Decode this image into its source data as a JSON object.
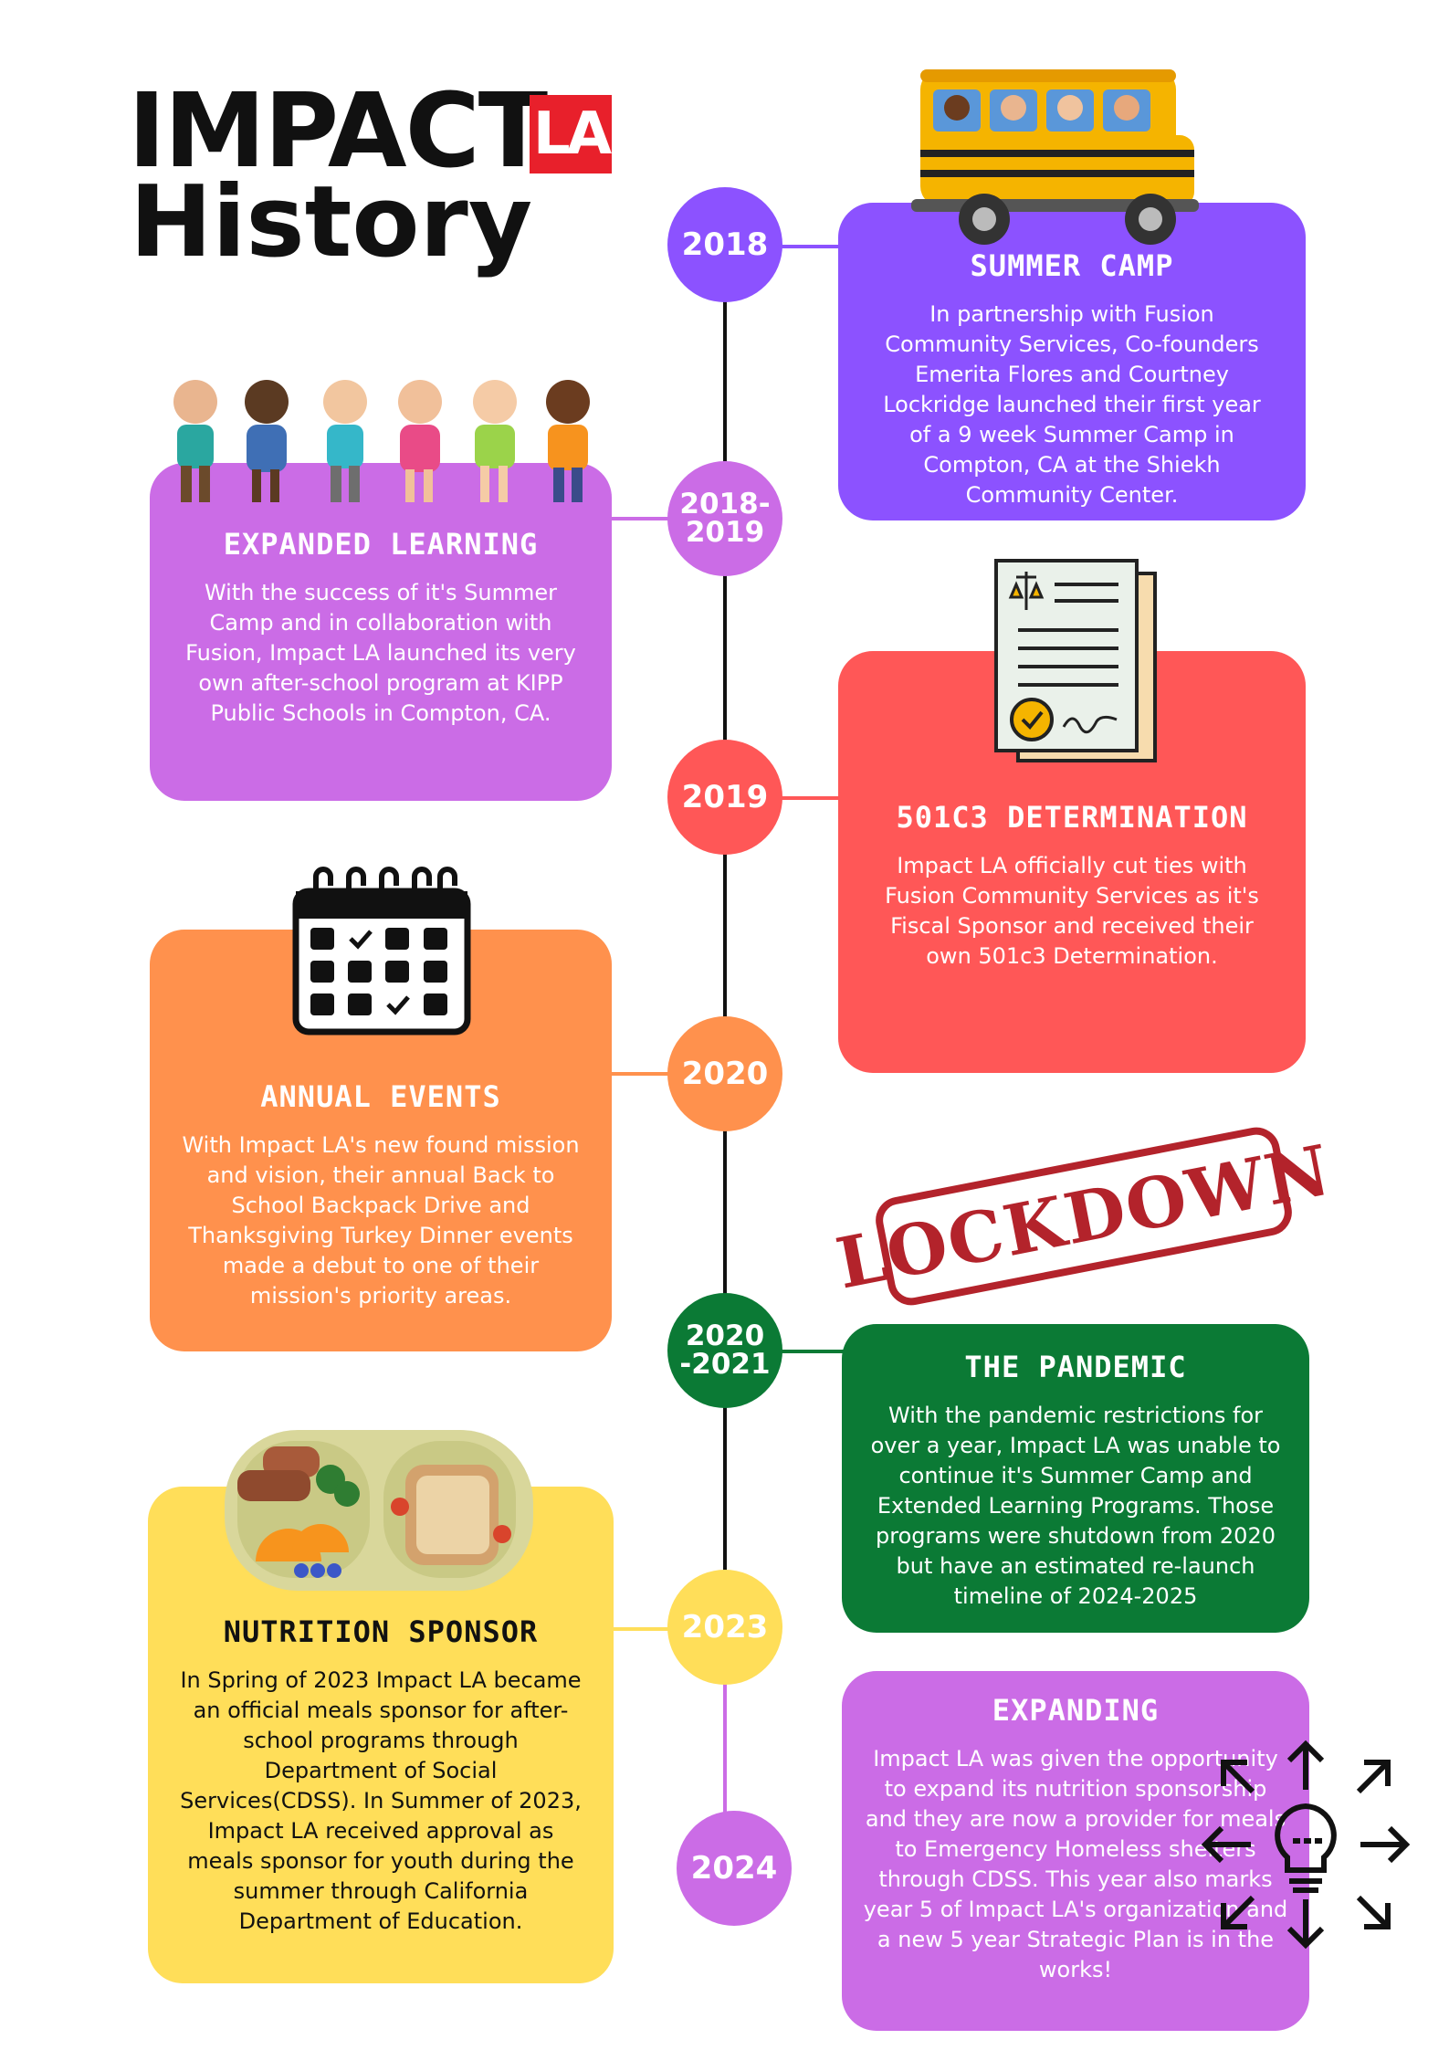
{
  "header": {
    "title_line1": "IMPACT",
    "title_la": "LA",
    "title_line2": "History"
  },
  "colors": {
    "purple": "#8c52ff",
    "violet": "#cb6ce6",
    "red": "#ff5757",
    "orange": "#ff914d",
    "green": "#0b7a35",
    "yellow": "#ffde59",
    "line": "#111111"
  },
  "timeline": [
    {
      "year": "2018",
      "color": "#8c52ff"
    },
    {
      "year": "2018-\n2019",
      "color": "#cb6ce6"
    },
    {
      "year": "2019",
      "color": "#ff5757"
    },
    {
      "year": "2020",
      "color": "#ff914d"
    },
    {
      "year": "2020\n-2021",
      "color": "#0b7a35"
    },
    {
      "year": "2023",
      "color": "#ffde59"
    },
    {
      "year": "2024",
      "color": "#cb6ce6"
    }
  ],
  "cards": {
    "summer_camp": {
      "title": "SUMMER CAMP",
      "body": "In partnership with Fusion Community Services, Co-founders Emerita Flores and Courtney Lockridge launched their first year of a 9 week Summer Camp in Compton, CA at the Shiekh Community Center.",
      "icon": "school-bus-icon"
    },
    "expanded_learning": {
      "title": "EXPANDED LEARNING",
      "body": "With the success of it's Summer Camp and in collaboration with Fusion, Impact LA launched its very own after-school program at KIPP Public Schools  in Compton, CA.",
      "icon": "children-icon"
    },
    "determination": {
      "title": "501C3 DETERMINATION",
      "body": "Impact LA officially cut ties with Fusion Community Services as it's Fiscal Sponsor and received their own 501c3 Determination.",
      "icon": "certificate-document-icon"
    },
    "annual_events": {
      "title": "ANNUAL EVENTS",
      "body": "With Impact LA's new found mission and vision, their annual Back to School Backpack Drive and Thanksgiving Turkey Dinner events  made a debut to one of their mission's priority areas.",
      "icon": "calendar-icon"
    },
    "lockdown_stamp": "LOCKDOWN",
    "pandemic": {
      "title": "THE PANDEMIC",
      "body": "With the pandemic restrictions for over a year, Impact LA was unable to continue it's Summer Camp and Extended Learning Programs. Those programs were shutdown from 2020 but have an estimated re-launch timeline of 2024-2025"
    },
    "nutrition": {
      "title": "NUTRITION SPONSOR",
      "body": "In Spring of 2023 Impact LA became an official meals sponsor for after-school programs through Department of Social Services(CDSS). In Summer of 2023,  Impact LA received approval as meals sponsor for youth during the summer through California Department of Education.",
      "icon": "lunchbox-icon"
    },
    "expanding": {
      "title": "EXPANDING",
      "body": "Impact LA was given the opportunity to expand its nutrition sponsorship and they are now a provider for meals to Emergency Homeless shelters through CDSS. This year also marks year 5 of Impact LA's organization and a new 5 year Strategic Plan is in the works!",
      "icon": "lightbulb-expand-icon"
    }
  }
}
